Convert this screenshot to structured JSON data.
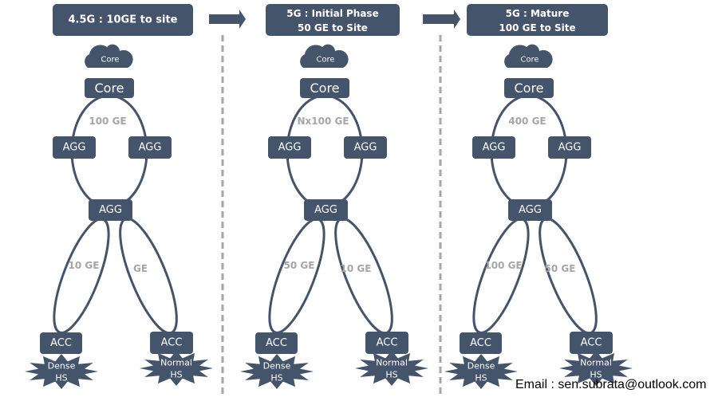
{
  "colors": {
    "node": "#44546a",
    "link_label": "#a6a6a6",
    "divider": "#a6a6a6"
  },
  "panels": [
    {
      "title": [
        "4.5G : 10GE to site"
      ],
      "cloud": "Core",
      "core": "Core",
      "ring_label": "100 GE",
      "agg_left": "AGG",
      "agg_right": "AGG",
      "agg_hub": "AGG",
      "left_link": "10 GE",
      "right_link": "GE",
      "acc_left": "ACC",
      "acc_right": "ACC",
      "site_left": [
        "Dense",
        "HS"
      ],
      "site_right": [
        "Normal",
        "HS"
      ]
    },
    {
      "title": [
        "5G : Initial Phase",
        "50 GE to Site"
      ],
      "cloud": "Core",
      "core": "Core",
      "ring_label": "Nx100 GE",
      "agg_left": "AGG",
      "agg_right": "AGG",
      "agg_hub": "AGG",
      "left_link": "50 GE",
      "right_link": "10 GE",
      "acc_left": "ACC",
      "acc_right": "ACC",
      "site_left": [
        "Dense",
        "HS"
      ],
      "site_right": [
        "Normal",
        "HS"
      ]
    },
    {
      "title": [
        "5G : Mature",
        "100 GE to Site"
      ],
      "cloud": "Core",
      "core": "Core",
      "ring_label": "400 GE",
      "agg_left": "AGG",
      "agg_right": "AGG",
      "agg_hub": "AGG",
      "left_link": "100 GE",
      "right_link": "50 GE",
      "acc_left": "ACC",
      "acc_right": "ACC",
      "site_left": [
        "Dense",
        "HS"
      ],
      "site_right": [
        "Normal",
        "HS"
      ]
    }
  ],
  "arrows": [
    "arrow-right-icon",
    "arrow-right-icon"
  ],
  "footer": {
    "email": "Email : sen.subrata@outlook.com"
  }
}
